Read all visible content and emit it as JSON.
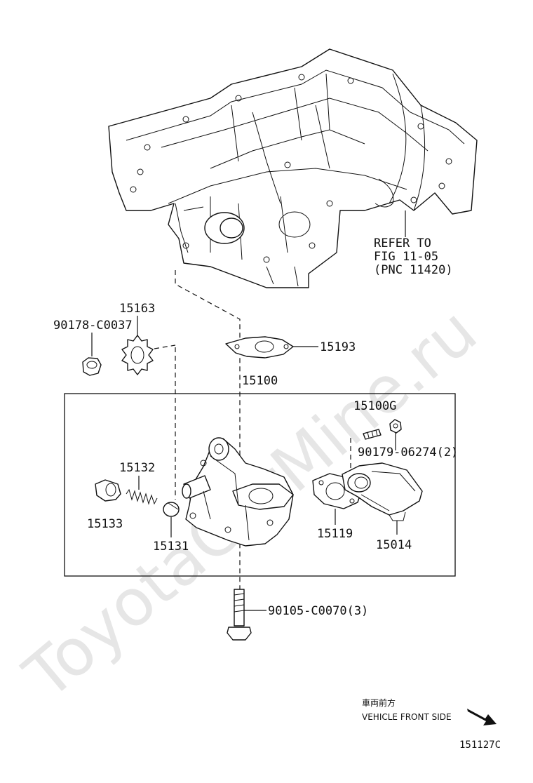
{
  "watermark": "ToyotaCarMine.ru",
  "labels": {
    "refer_line1": "REFER TO",
    "refer_line2": "FIG 11-05",
    "refer_line3": "(PNC 11420)",
    "p90178": "90178-C0037",
    "p15163": "15163",
    "p15193": "15193",
    "p15100": "15100",
    "p15100g": "15100G",
    "p90179": "90179-06274(2)",
    "p15132": "15132",
    "p15133": "15133",
    "p15131": "15131",
    "p15119": "15119",
    "p15014": "15014",
    "p90105": "90105-C0070(3)",
    "front_jp": "車両前方",
    "front_en": "VEHICLE FRONT SIDE",
    "figure_id": "151127C"
  }
}
